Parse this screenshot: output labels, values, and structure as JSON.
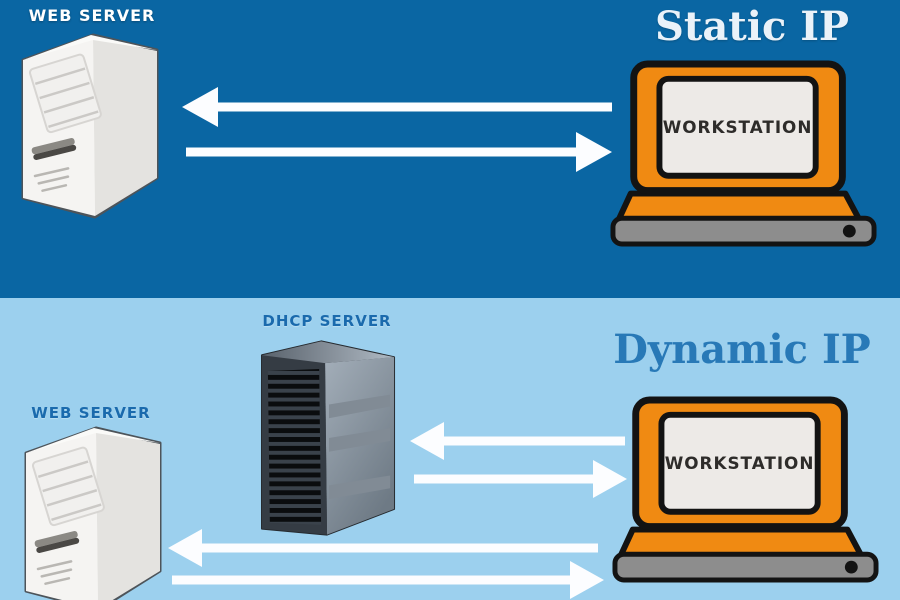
{
  "sections": {
    "static_ip": {
      "title": "Static IP",
      "web_server_label": "WEB SERVER",
      "workstation_label": "WORKSTATION"
    },
    "dynamic_ip": {
      "title": "Dynamic IP",
      "dhcp_server_label": "DHCP SERVER",
      "web_server_label": "WEB SERVER",
      "workstation_label": "WORKSTATION"
    }
  },
  "palette": {
    "static_background": "#0a66a3",
    "dynamic_background": "#9cd0ee",
    "arrow": "#fcfdff",
    "laptop_body": "#f08a12",
    "laptop_outline": "#131313",
    "laptop_screen": "#edeae7",
    "laptop_base_bar": "#8d8d8d",
    "static_title_text": "#eaf2f9",
    "dynamic_title_text": "#2879b7",
    "static_label_text": "#ffffff",
    "dynamic_label_text": "#1a6aad",
    "web_server_body": "#f3f2f0",
    "dhcp_server_body": "#353c44"
  }
}
